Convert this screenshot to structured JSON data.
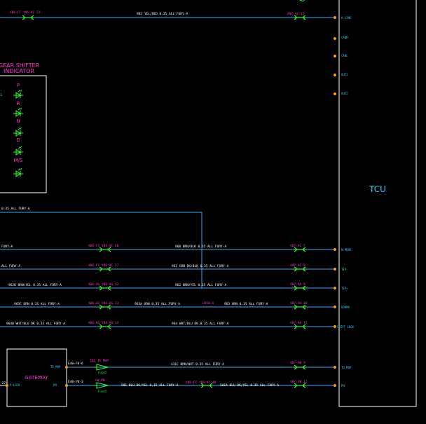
{
  "colors": {
    "background": "#000000",
    "wire": "#3fa9f5",
    "wire_white": "#ffffff",
    "wire_label": "#ffffff",
    "connector_label": "#ff33cc",
    "pin_label": "#33ccff",
    "connector_symbol": "#33ff33",
    "block_border": "#ffffff",
    "pin_dot": "#ff9900"
  },
  "tcu": {
    "label": "TCU",
    "pins": [
      "K-LINE",
      "CANH",
      "CANL",
      "OUT1",
      "OUT2",
      "N-MODE",
      "TIP-",
      "TIP+",
      "UDRMV",
      "SHIFT LOCK",
      "TD_MUP",
      "PN"
    ]
  },
  "gear_indicator": {
    "title_line1": "GEAR SHIFTER",
    "title_line2": "INDICATOR",
    "left_pin": "1",
    "positions": [
      "P",
      "R",
      "N",
      "D",
      "M/S"
    ]
  },
  "gateway": {
    "label": "GATEWAY",
    "pin_td": "TD_MUP",
    "pin_plock": "P-LOCK",
    "pin_pn": "PN",
    "left_conn": "-27"
  },
  "wires": {
    "top": {
      "left_conn": "X06-FC Y06-AC 23",
      "label": "965 YEL/RED 0.35 ALL FURY-A",
      "right_conn": "X07-AC 12"
    },
    "link": {
      "label": "0.35 ALL FURY-A"
    },
    "w1": {
      "left": "FURY-A",
      "mid_conn": "X06-FC Y06-AC 26",
      "label": "960 BRN/BLK 0.35 ALL FURY-A",
      "right_conn": "X07-AC 7"
    },
    "w2": {
      "left": "ALL FURY-A",
      "mid_conn": "X06-FC Y06-AC 27",
      "label": "961 GRN DK/BLK 0.35 ALL FURY-A",
      "right_conn": "X07-AC 8"
    },
    "w3": {
      "left": "962B BRN/YEL 0.35 ALL FURY-A",
      "mid_conn": "X06-AG Y06-AG 12",
      "label": "962 BRN/YEL 0.35 ALL FURY-A",
      "right_conn": "X07-AA 9"
    },
    "w4": {
      "left": "963C ORN 0.35 ALL FURY-A",
      "mid_conn": "X06-AG Y06-AG 13",
      "mid_label": "963A ORN 0.35 ALL FURY-A",
      "splice": "U150-A",
      "label": "963 ORN 0.35 ALL FURY-A",
      "right_conn": "X07-AA 10"
    },
    "w5": {
      "left": "964B WHT/BLU DK 0.35 ALL FURY-A",
      "mid_conn": "X06-AG Y06-AG 14",
      "label": "964 WHT/BLU DK 0.35 ALL FURY-A",
      "right_conn": "X07-AA 11"
    },
    "g1": {
      "left_conn": "E40-FB-6",
      "tag": "TD1_15_MUP",
      "fuse": "Fuse5",
      "label": "431C BRN/WHT 0.35 ALL FURY-A",
      "right_conn": "X07-AB 9"
    },
    "g2": {
      "left_conn": "E40-FB-2",
      "tag": "GW_PN",
      "fuse": "Fuse5",
      "label": "501 BLU DK/YEL 0.35 ALL FURY-A",
      "mid_conn": "X06-FC Y06-AC 40",
      "label2": "501A BLU DK/YEL 0.35 ALL FURY-A",
      "right_conn": "X07-AB 12"
    }
  }
}
